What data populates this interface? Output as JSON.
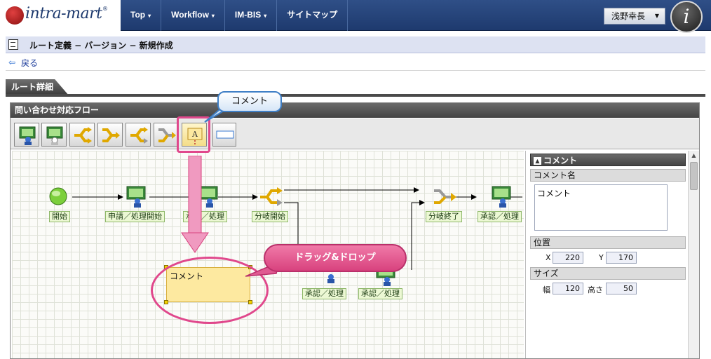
{
  "header": {
    "logo_text": "intra-mart",
    "logo_reg": "®",
    "nav": [
      {
        "label": "Top",
        "caret": "▾"
      },
      {
        "label": "Workflow",
        "caret": "▾"
      },
      {
        "label": "IM-BIS",
        "caret": "▾"
      },
      {
        "label": "サイトマップ"
      }
    ],
    "user": {
      "label": "浅野幸長",
      "caret": "▼"
    },
    "corner_logo": "i"
  },
  "page": {
    "title": "ルート定義 − バージョン − 新規作成",
    "back_arrow": "⇦",
    "back_label": "戻る",
    "tab_label": "ルート詳細",
    "panel_title": "問い合わせ対応フロー"
  },
  "canvas": {
    "nodes": [
      {
        "label": "開始"
      },
      {
        "label": "申請／処理開始"
      },
      {
        "label": "承認／処理"
      },
      {
        "label": "分岐開始"
      },
      {
        "label": "分岐終了"
      },
      {
        "label": "承認／処理"
      },
      {
        "label": "承認／処理"
      },
      {
        "label": "承認／処理"
      }
    ],
    "comment_box": "コメント"
  },
  "properties": {
    "header": "コメント",
    "chevron": "▲",
    "comment_name_label": "コメント名",
    "comment_name_value": "コメント",
    "position_label": "位置",
    "x_label": "X",
    "x_value": "220",
    "y_label": "Y",
    "y_value": "170",
    "size_label": "サイズ",
    "width_label": "幅",
    "width_value": "120",
    "height_label": "高さ",
    "height_value": "50"
  },
  "annotations": {
    "comment_callout": "コメント",
    "drag_drop_callout": "ドラッグ&ドロップ"
  },
  "colors": {
    "header_bg": "#1e3a6e",
    "highlight": "#e0488c",
    "callout_blue": "#3f7fc6",
    "comment_fill": "#fde9a0"
  }
}
